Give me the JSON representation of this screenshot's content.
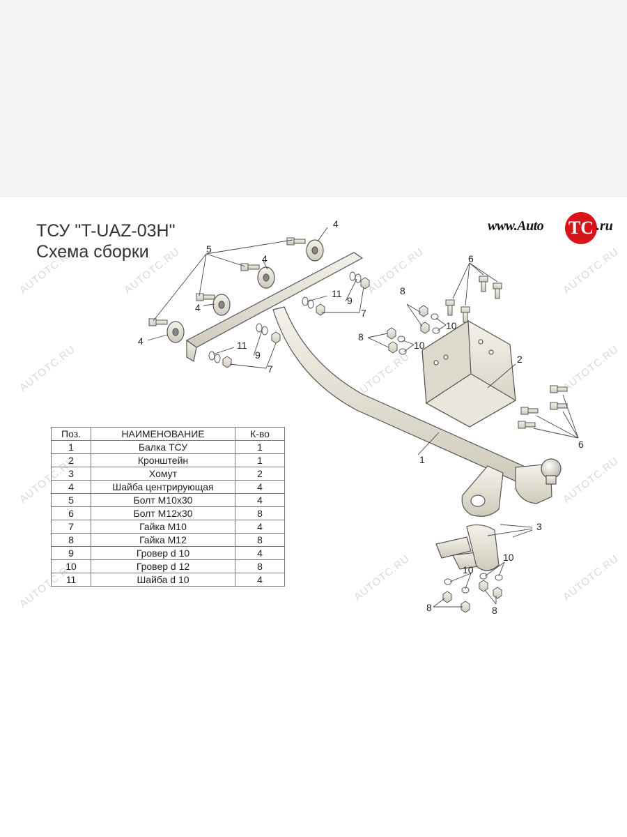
{
  "title": {
    "line1": "ТСУ \"T-UAZ-03H\"",
    "line2": "Схема сборки"
  },
  "website": {
    "prefix": "www.Auto",
    "logo": "TC",
    "suffix": ".ru"
  },
  "watermark": "AUTOTC.RU",
  "table": {
    "headers": {
      "pos": "Поз.",
      "name": "НАИМЕНОВАНИЕ",
      "qty": "К-во"
    },
    "rows": [
      {
        "pos": "1",
        "name": "Балка ТСУ",
        "qty": "1"
      },
      {
        "pos": "2",
        "name": "Кронштейн",
        "qty": "1"
      },
      {
        "pos": "3",
        "name": "Хомут",
        "qty": "2"
      },
      {
        "pos": "4",
        "name": "Шайба центрирующая",
        "qty": "4"
      },
      {
        "pos": "5",
        "name": "Болт М10х30",
        "qty": "4"
      },
      {
        "pos": "6",
        "name": "Болт М12х30",
        "qty": "8"
      },
      {
        "pos": "7",
        "name": "Гайка  М10",
        "qty": "4"
      },
      {
        "pos": "8",
        "name": "Гайка М12",
        "qty": "8"
      },
      {
        "pos": "9",
        "name": "Гровер d 10",
        "qty": "4"
      },
      {
        "pos": "10",
        "name": "Гровер d 12",
        "qty": "8"
      },
      {
        "pos": "11",
        "name": "Шайба d 10",
        "qty": "4"
      }
    ]
  },
  "callouts": {
    "c1": "1",
    "c2": "2",
    "c3": "3",
    "c4a": "4",
    "c4b": "4",
    "c4c": "4",
    "c4d": "4",
    "c5": "5",
    "c6a": "6",
    "c6b": "6",
    "c7a": "7",
    "c7b": "7",
    "c8a": "8",
    "c8b": "8",
    "c8c": "8",
    "c8d": "8",
    "c9a": "9",
    "c9b": "9",
    "c10a": "10",
    "c10b": "10",
    "c10c": "10",
    "c10d": "10",
    "c11a": "11",
    "c11b": "11"
  },
  "colors": {
    "part_fill": "#e9e6db",
    "part_stroke": "#555555",
    "logo_red": "#d8141a"
  }
}
